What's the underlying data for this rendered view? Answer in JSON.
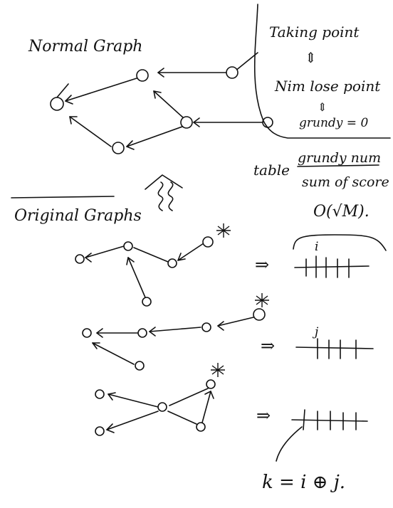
{
  "labels": {
    "normal_graph": "Normal Graph",
    "original_graphs": "Original Graphs",
    "taking_point": "Taking point",
    "nim_lose_point": "Nim lose point",
    "grundy_zero": "grundy = 0",
    "table": "table",
    "grundy_num": "grundy num",
    "sum_of_score": "sum of score",
    "complexity": "O(√M).",
    "idx_i": "i",
    "idx_j": "j",
    "implies": "⇒",
    "equiv": "⇕",
    "xor_formula": "k = i ⊕ j."
  }
}
